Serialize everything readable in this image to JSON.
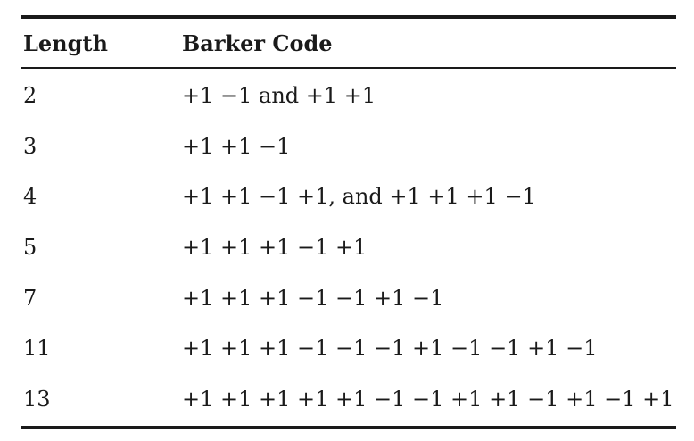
{
  "table": {
    "headers": {
      "length": "Length",
      "code": "Barker Code"
    },
    "rows": [
      {
        "length": "2",
        "code": "+1 −1 and +1 +1"
      },
      {
        "length": "3",
        "code": "+1 +1 −1"
      },
      {
        "length": "4",
        "code": "+1 +1 −1 +1, and +1 +1 +1 −1"
      },
      {
        "length": "5",
        "code": "+1 +1 +1 −1 +1"
      },
      {
        "length": "7",
        "code": "+1 +1 +1 −1 −1 +1 −1"
      },
      {
        "length": "11",
        "code": "+1 +1 +1 −1 −1 −1 +1 −1 −1 +1 −1"
      },
      {
        "length": "13",
        "code": "+1 +1 +1 +1 +1 −1 −1 +1 +1 −1 +1 −1 +1"
      }
    ]
  }
}
